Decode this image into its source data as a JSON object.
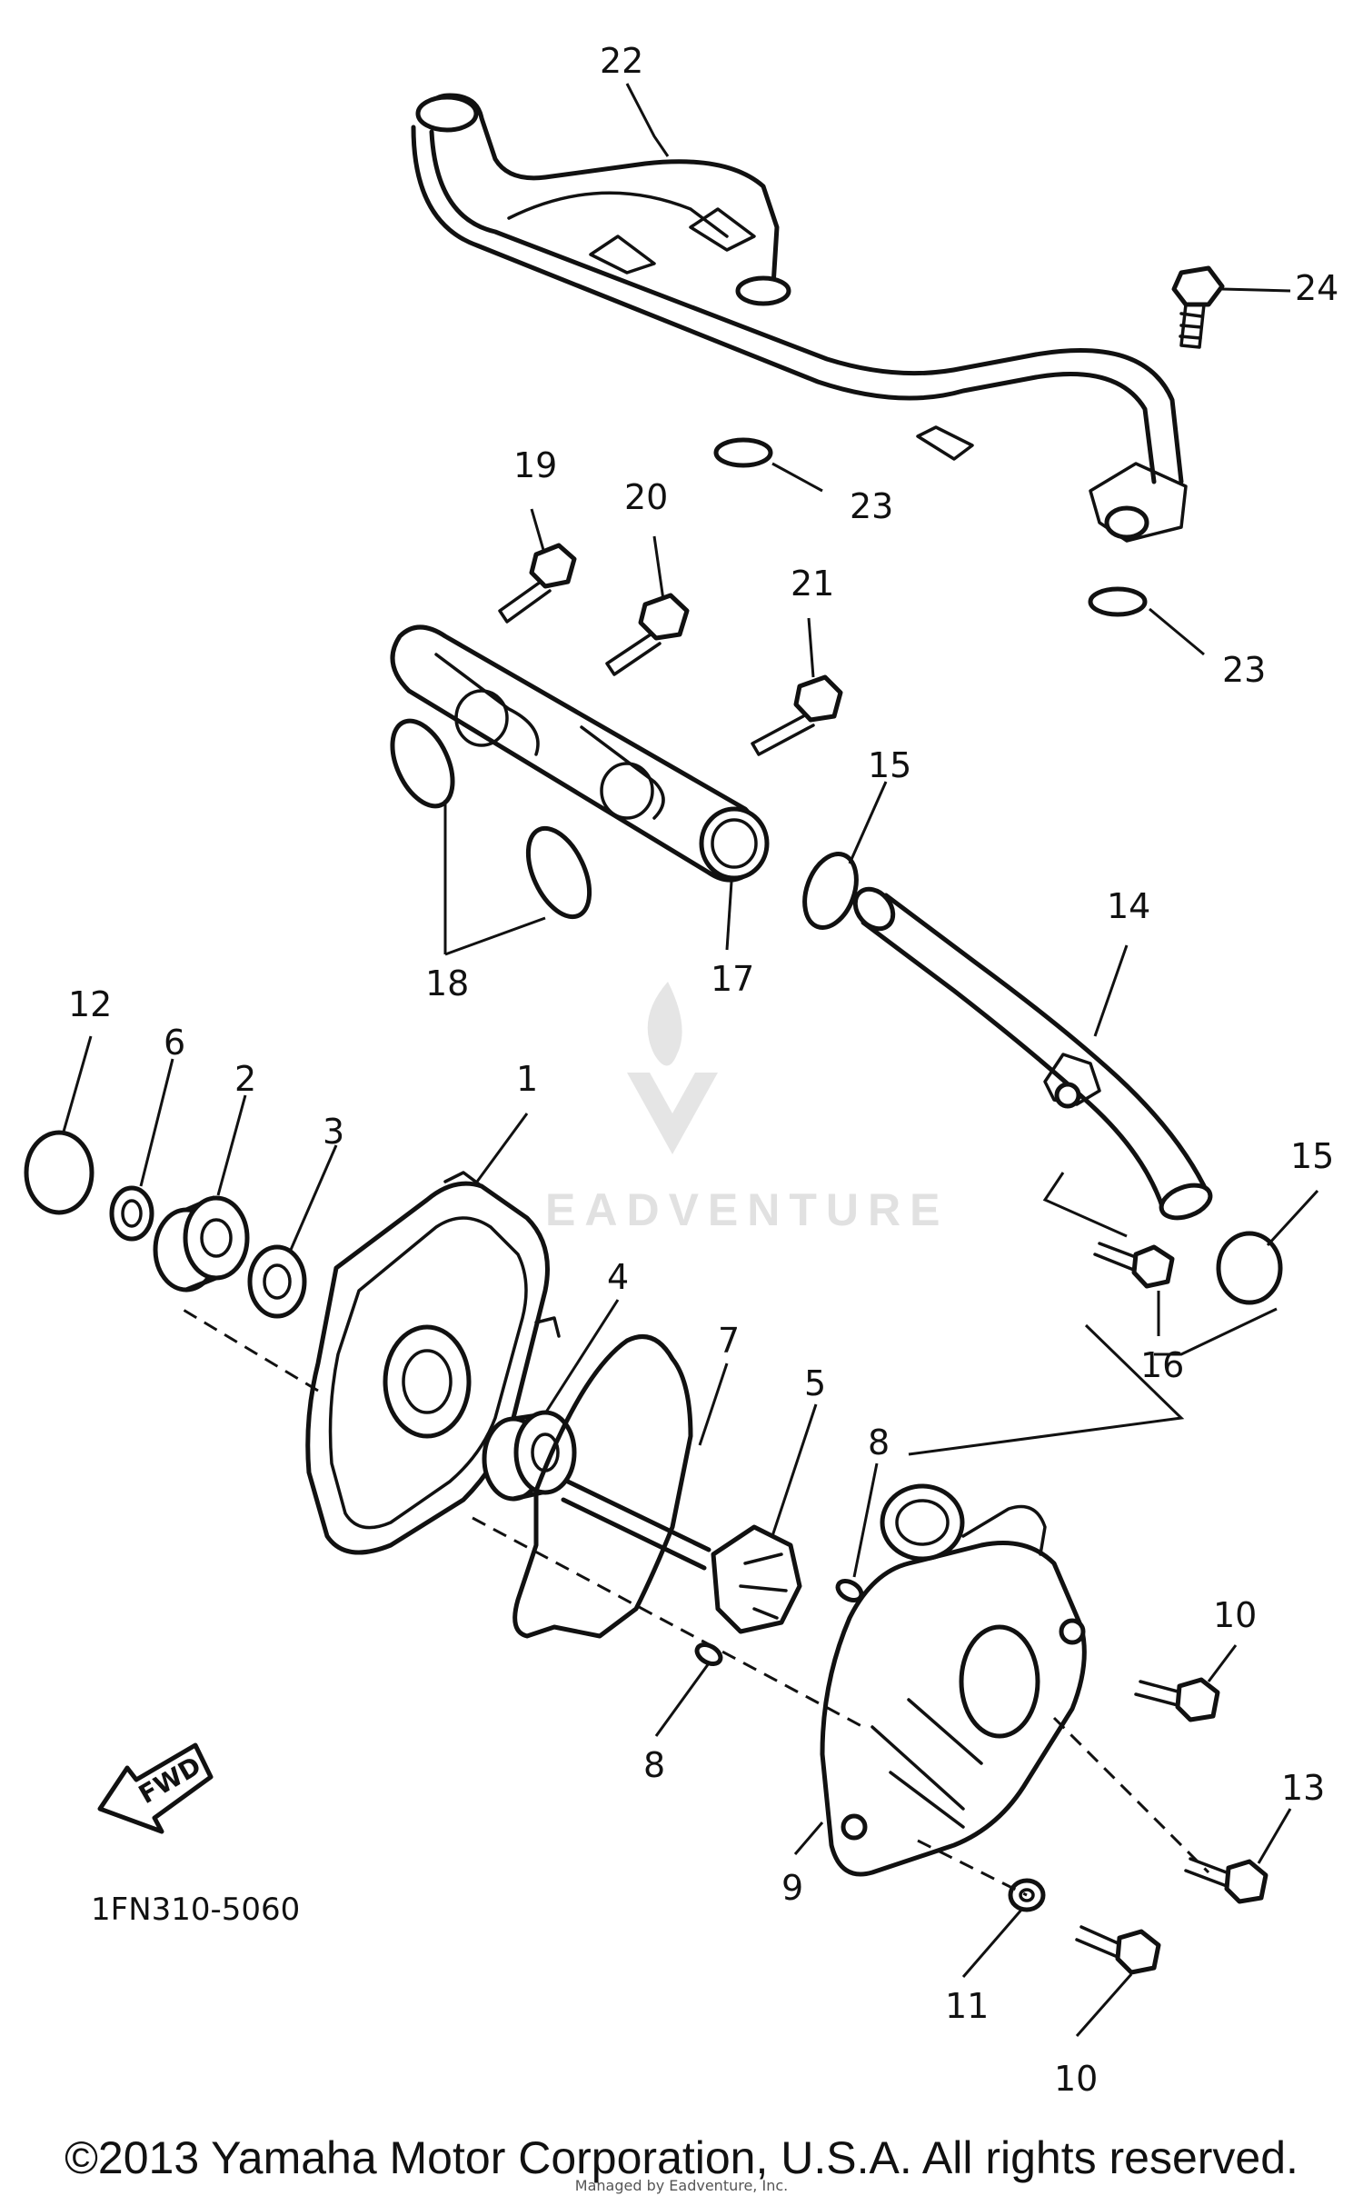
{
  "diagram_code": "1FN310-5060",
  "fwd_label": "FWD",
  "watermark_text": "EADVENTURE",
  "copyright": "©2013 Yamaha Motor Corporation, U.S.A. All rights reserved.",
  "sub_watermark": "Managed by Eadventure, Inc.",
  "callouts": {
    "c1": "1",
    "c2": "2",
    "c3": "3",
    "c4": "4",
    "c5": "5",
    "c6": "6",
    "c7": "7",
    "c8a": "8",
    "c8b": "8",
    "c9": "9",
    "c10a": "10",
    "c10b": "10",
    "c11": "11",
    "c12": "12",
    "c13": "13",
    "c14": "14",
    "c15a": "15",
    "c15b": "15",
    "c16": "16",
    "c17": "17",
    "c18": "18",
    "c19": "19",
    "c20": "20",
    "c21": "21",
    "c22": "22",
    "c23a": "23",
    "c23b": "23",
    "c24": "24"
  }
}
